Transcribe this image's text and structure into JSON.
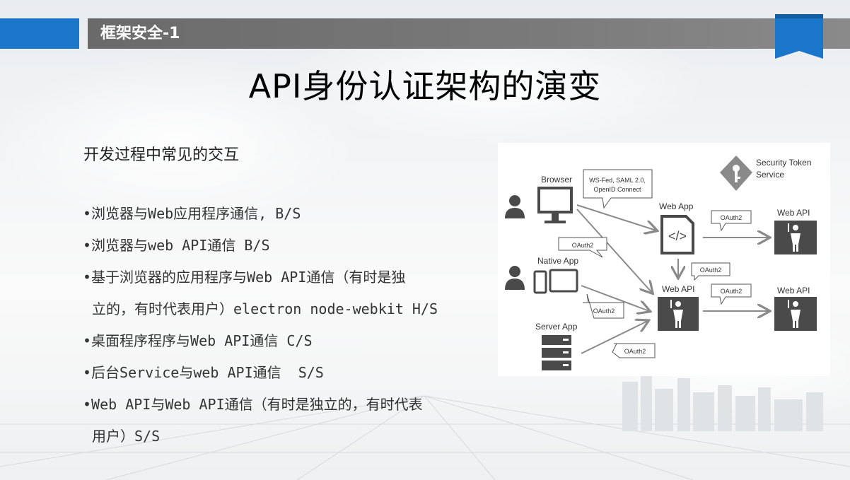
{
  "header": {
    "section_title": "框架安全-1"
  },
  "slide": {
    "title": "API身份认证架构的演变",
    "subtitle": "开发过程中常见的交互",
    "bullets": [
      "•浏览器与Web应用程序通信, B/S",
      "•浏览器与web API通信 B/S",
      "•基于浏览器的应用程序与Web API通信（有时是独\n立的，有时代表用户）electron node-webkit H/S",
      "•桌面程序程序与Web API通信 C/S",
      "•后台Service与web API通信  S/S",
      "•Web API与Web API通信（有时是独立的，有时代表\n用户）S/S"
    ]
  },
  "diagram": {
    "sts_label_1": "Security Token",
    "sts_label_2": "Service",
    "browser_label": "Browser",
    "native_label": "Native App",
    "server_label": "Server App",
    "webapp_label": "Web App",
    "webapi_center_label": "Web API",
    "webapi_top_right_label": "Web API",
    "webapi_bottom_right_label": "Web API",
    "wsfed_line1": "WS-Fed, SAML 2.0,",
    "wsfed_line2": "OpenID Connect",
    "oauth_label": "OAuth2",
    "colors": {
      "dark_box": "#4a4a4a",
      "arrow": "#888888",
      "accent_blue": "#1a76c8",
      "header_gray": "#707070"
    }
  }
}
